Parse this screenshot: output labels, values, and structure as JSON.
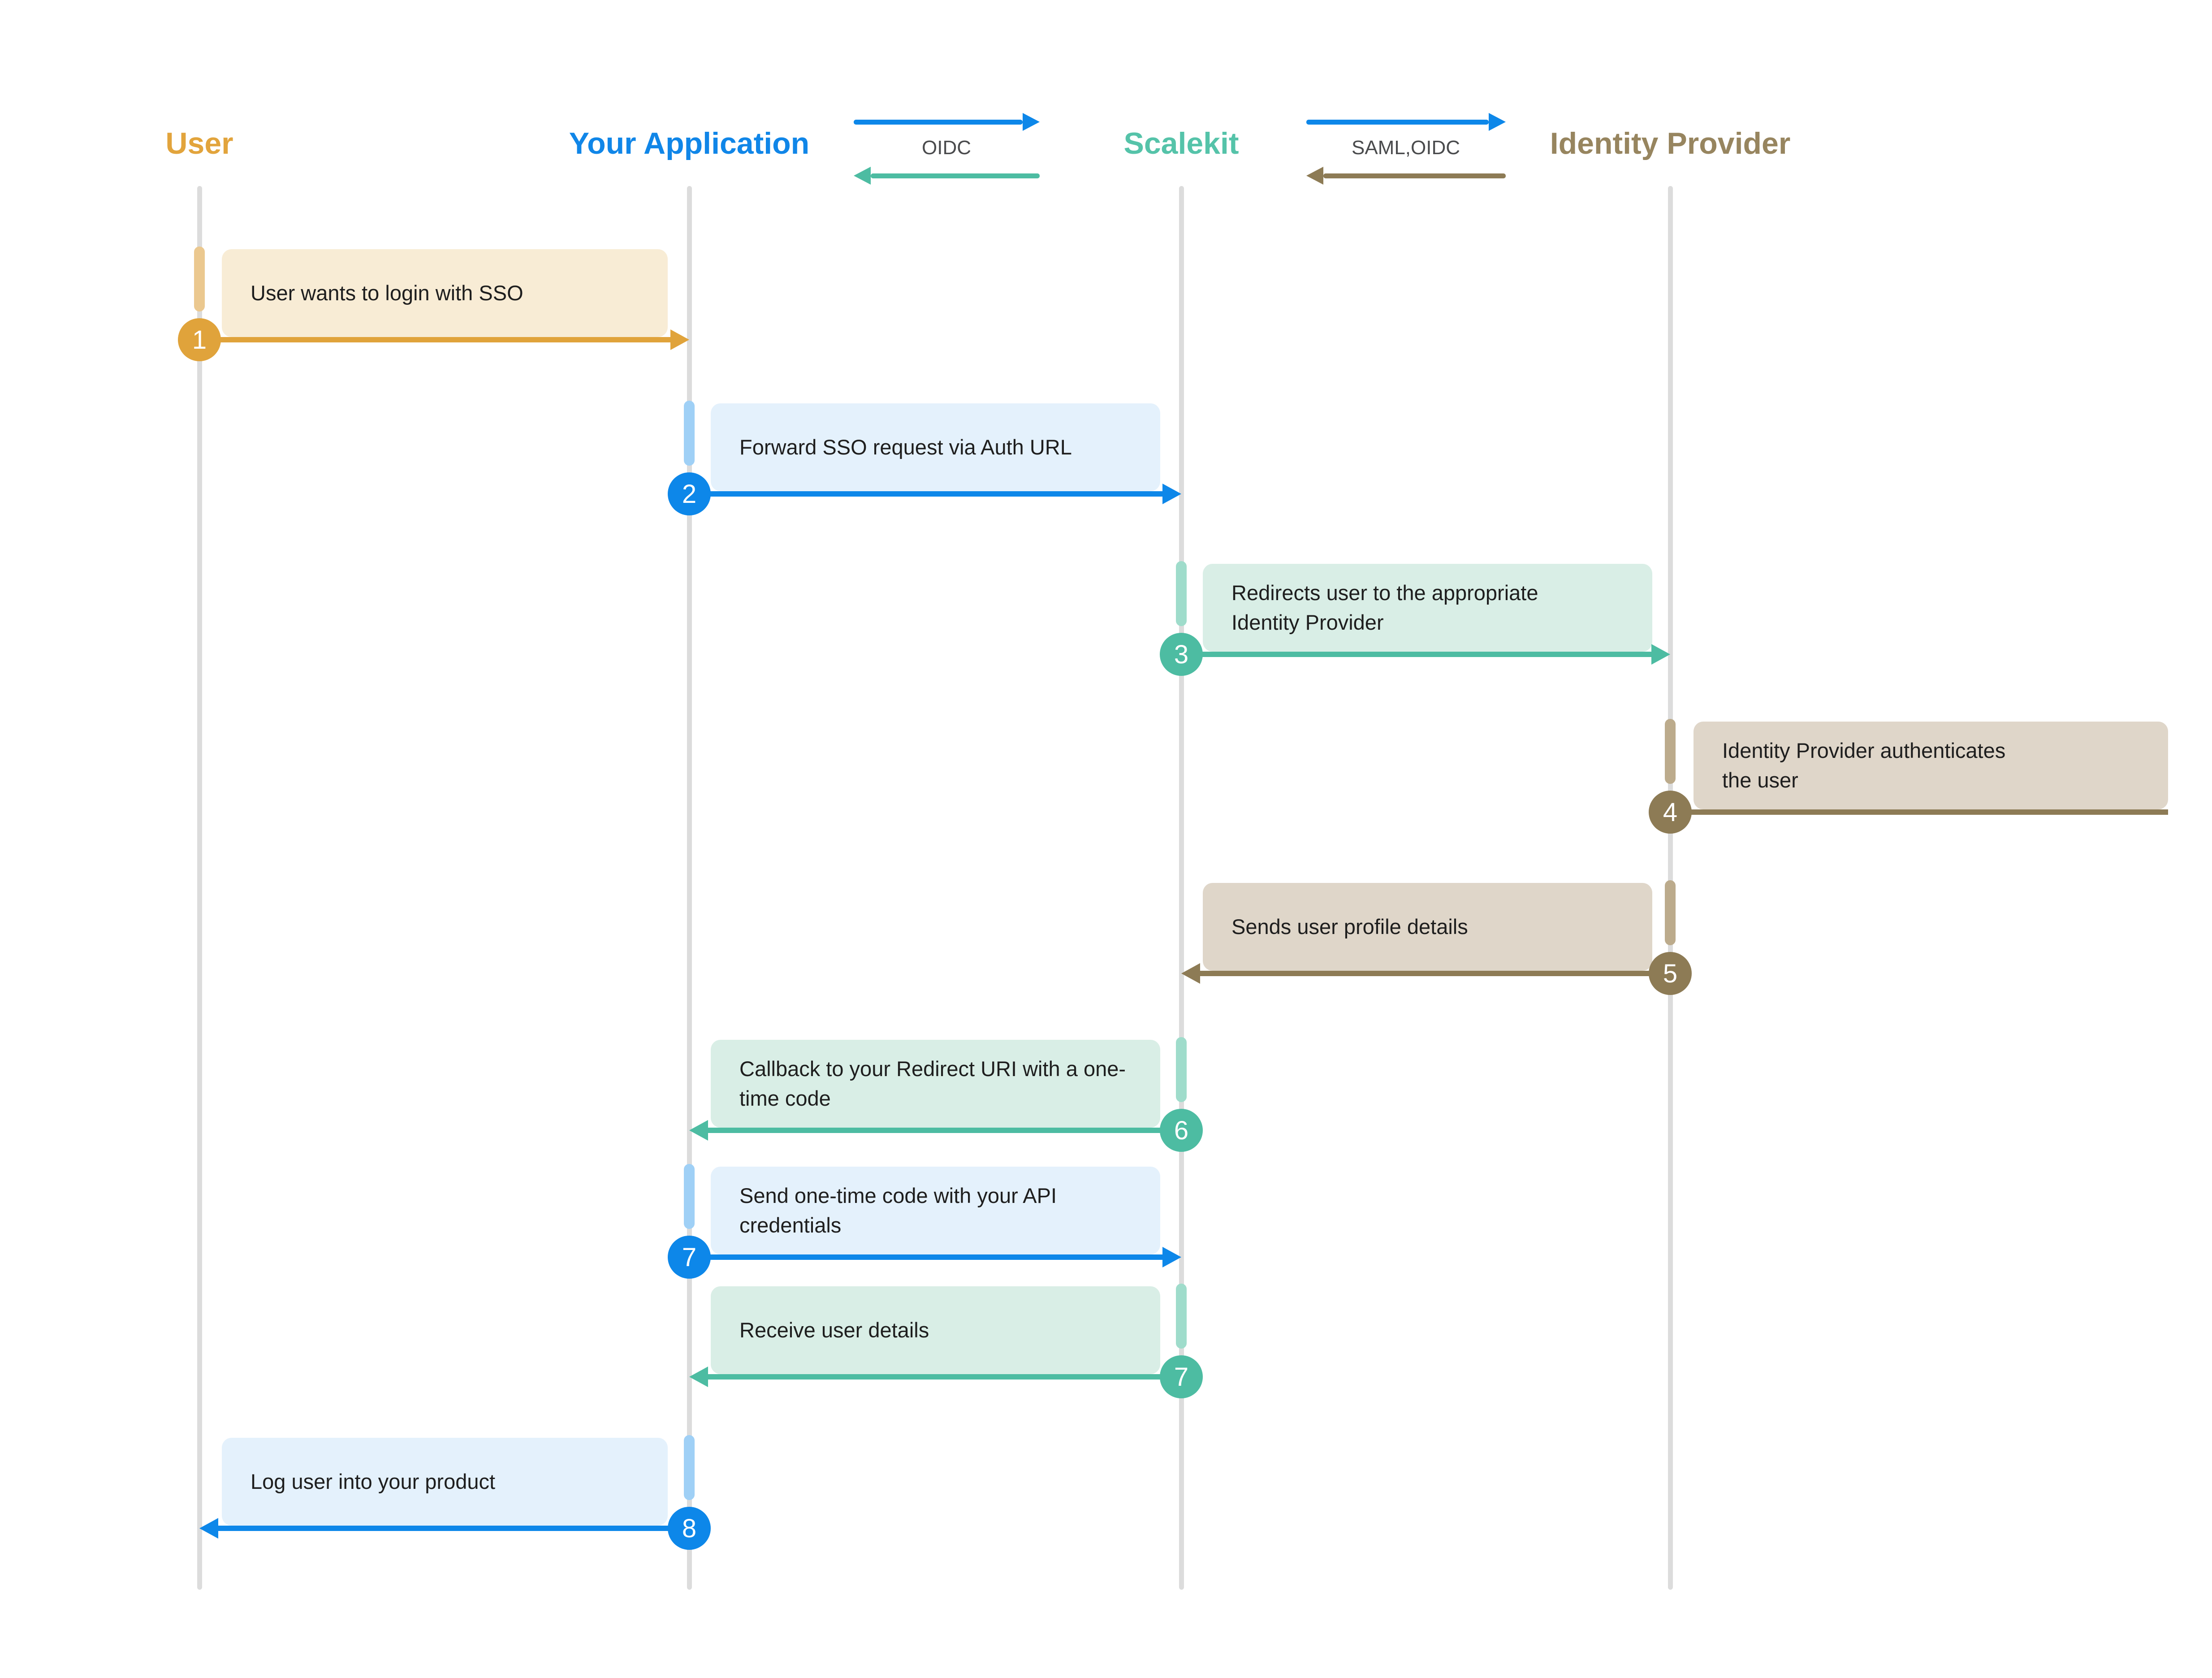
{
  "diagram": {
    "type": "sequence-diagram",
    "background": "#FFFFFF",
    "lifeline_color": "#DCDCDC",
    "text_color": "#1E1E1E",
    "protocol_label_color": "#4A4B4D"
  },
  "participants": [
    {
      "name": "User",
      "color": "#E2A43C",
      "light_color": "#EBC88F",
      "box_color": "#F8ECD5"
    },
    {
      "name": "Your Application",
      "color": "#1086E8",
      "light_color": "#9FD0F6",
      "box_color": "#E4F1FC"
    },
    {
      "name": "Scalekit",
      "color": "#55C3A9",
      "light_color": "#9FDCCB",
      "box_color": "#D9EEE6"
    },
    {
      "name": "Identity Provider",
      "color": "#97855F",
      "light_color": "#BCAB8C",
      "box_color": "#DFD6C9"
    }
  ],
  "protocols": [
    {
      "label": "OIDC",
      "between": [
        "Your Application",
        "Scalekit"
      ],
      "forward_arrow_color": "#0D87E9",
      "return_arrow_color": "#4DBCA2"
    },
    {
      "label": "SAML,OIDC",
      "between": [
        "Scalekit",
        "Identity Provider"
      ],
      "forward_arrow_color": "#0D87E9",
      "return_arrow_color": "#8D7B55"
    }
  ],
  "steps": [
    {
      "num": "1",
      "label": "User wants to login with SSO",
      "from": "User",
      "to": "Your Application",
      "direction": "right",
      "color": "#E0A33B"
    },
    {
      "num": "2",
      "label": "Forward SSO request via Auth URL",
      "from": "Your Application",
      "to": "Scalekit",
      "direction": "right",
      "color": "#0D87E9"
    },
    {
      "num": "3",
      "label": "Redirects user to the appropriate Identity Provider",
      "from": "Scalekit",
      "to": "Identity Provider",
      "direction": "right",
      "color": "#4DBCA2"
    },
    {
      "num": "4",
      "label": "Identity Provider authenticates the user",
      "from": "Identity Provider",
      "to": "Identity Provider",
      "direction": "self",
      "color": "#8D7B55"
    },
    {
      "num": "5",
      "label": "Sends user profile details",
      "from": "Identity Provider",
      "to": "Scalekit",
      "direction": "left",
      "color": "#8D7B55"
    },
    {
      "num": "6",
      "label": "Callback to your Redirect URI with a one-time code",
      "from": "Scalekit",
      "to": "Your Application",
      "direction": "left",
      "color": "#4DBCA2"
    },
    {
      "num": "7",
      "label": "Send one-time code with your API credentials",
      "from": "Your Application",
      "to": "Scalekit",
      "direction": "right",
      "color": "#0D87E9"
    },
    {
      "num": "7",
      "label": "Receive user details",
      "from": "Scalekit",
      "to": "Your Application",
      "direction": "left",
      "color": "#4DBCA2"
    },
    {
      "num": "8",
      "label": "Log user into your product",
      "from": "Your Application",
      "to": "User",
      "direction": "left",
      "color": "#0D87E9"
    }
  ]
}
